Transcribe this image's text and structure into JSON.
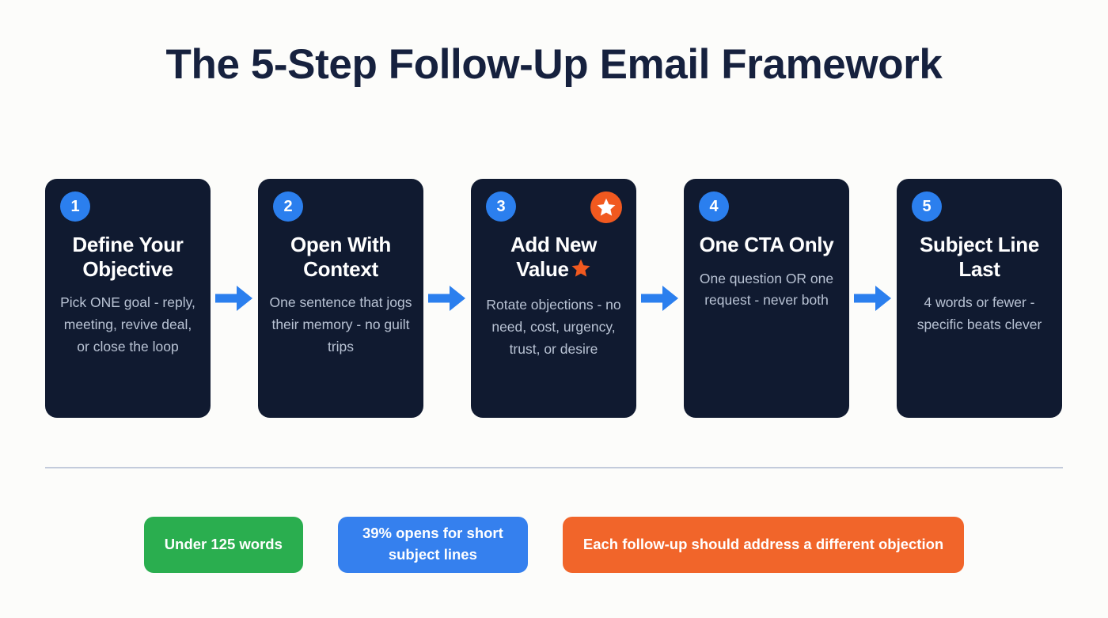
{
  "title": "The 5-Step Follow-Up Email Framework",
  "colors": {
    "background": "#fcfcfa",
    "card": "#101a30",
    "number_badge": "#2b7fee",
    "arrow": "#2b7fee",
    "star_badge": "#f1591f",
    "title_text": "#16213e",
    "card_title_text": "#ffffff",
    "card_body_text": "#b9c3d4",
    "divider": "#c3cbdb",
    "pill_green": "#2aae4f",
    "pill_blue": "#3580ee",
    "pill_orange": "#f1652a"
  },
  "steps": [
    {
      "number": "1",
      "title": "Define Your Objective",
      "description": "Pick ONE goal - reply, meeting, revive deal, or close the loop",
      "has_star_badge": false,
      "has_title_star": false
    },
    {
      "number": "2",
      "title": "Open With Context",
      "description": "One sentence that jogs their memory - no guilt trips",
      "has_star_badge": false,
      "has_title_star": false
    },
    {
      "number": "3",
      "title": "Add New Value",
      "description": "Rotate objections - no need, cost, urgency, trust, or desire",
      "has_star_badge": true,
      "has_title_star": true
    },
    {
      "number": "4",
      "title": "One CTA Only",
      "description": "One question OR one request - never both",
      "has_star_badge": false,
      "has_title_star": false
    },
    {
      "number": "5",
      "title": "Subject Line Last",
      "description": "4 words or fewer - specific beats clever",
      "has_star_badge": false,
      "has_title_star": false
    }
  ],
  "stats": [
    {
      "label": "Under 125 words",
      "color": "green"
    },
    {
      "label": "39% opens for short subject lines",
      "color": "blue"
    },
    {
      "label": "Each follow-up should address a different objection",
      "color": "orange"
    }
  ]
}
